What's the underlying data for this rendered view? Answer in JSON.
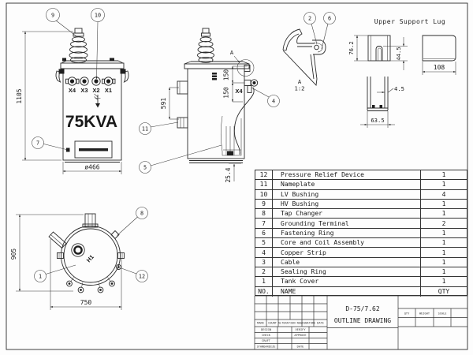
{
  "drawing_views": {
    "front": {
      "power_rating": "75KVA",
      "lv_terminals": [
        "X4",
        "X3",
        "X2",
        "X1"
      ],
      "dim_total_height": "1105",
      "dim_tank_diameter": "ø466"
    },
    "side": {
      "dim_lug_spacing": "591",
      "dim_bushing_1": "150",
      "dim_bushing_2": "150",
      "dim_base_height": "25.4",
      "lv_terminal": "X4",
      "detail_marker": "A"
    },
    "detail_a": {
      "label": "A",
      "scale": "1:2"
    },
    "support_lug": {
      "title": "Upper Support Lug",
      "dim_height": "76.2",
      "dim_slot": "44.5",
      "dim_width": "108",
      "dim_thickness": "4.5",
      "dim_channel": "63.5"
    },
    "top": {
      "dim_height": "905",
      "dim_width": "750",
      "hv_terminal": "H1"
    }
  },
  "callouts": {
    "c1": "1",
    "c2": "2",
    "c4": "4",
    "c5": "5",
    "c6": "6",
    "c7": "7",
    "c8": "8",
    "c9": "9",
    "c10": "10",
    "c11": "11",
    "c12": "12"
  },
  "parts_table": {
    "header": {
      "no": "NO.",
      "name": "NAME",
      "qty": "QTY"
    },
    "rows": [
      {
        "no": "12",
        "name": "Pressure Relief Device",
        "qty": "1"
      },
      {
        "no": "11",
        "name": "Nameplate",
        "qty": "1"
      },
      {
        "no": "10",
        "name": "LV Bushing",
        "qty": "4"
      },
      {
        "no": "9",
        "name": "HV Bushing",
        "qty": "1"
      },
      {
        "no": "8",
        "name": "Tap Changer",
        "qty": "1"
      },
      {
        "no": "7",
        "name": "Grounding Terminal",
        "qty": "2"
      },
      {
        "no": "6",
        "name": "Fastening Ring",
        "qty": "1"
      },
      {
        "no": "5",
        "name": "Core and Coil Assembly",
        "qty": "1"
      },
      {
        "no": "4",
        "name": "Copper Strip",
        "qty": "1"
      },
      {
        "no": "3",
        "name": "Cable",
        "qty": "1"
      },
      {
        "no": "2",
        "name": "Sealing Ring",
        "qty": "1"
      },
      {
        "no": "1",
        "name": "Tank Cover",
        "qty": "1"
      }
    ]
  },
  "title_block": {
    "drawing_no": "D-75/7.62",
    "drawing_title": "OUTLINE DRAWING",
    "spec_headers": [
      "QTY",
      "WEIGHT",
      "SCALE"
    ],
    "revision_headers": [
      "MARK",
      "COUNT",
      "ALTERATION NO.",
      "SIGNATURE",
      "DATE"
    ],
    "role_labels": [
      "DESIGN",
      "CHECK",
      "CRAFT",
      "STANDARDIZE"
    ],
    "approval_labels": [
      "VERIFY",
      "APPROVE",
      "DATE"
    ]
  }
}
